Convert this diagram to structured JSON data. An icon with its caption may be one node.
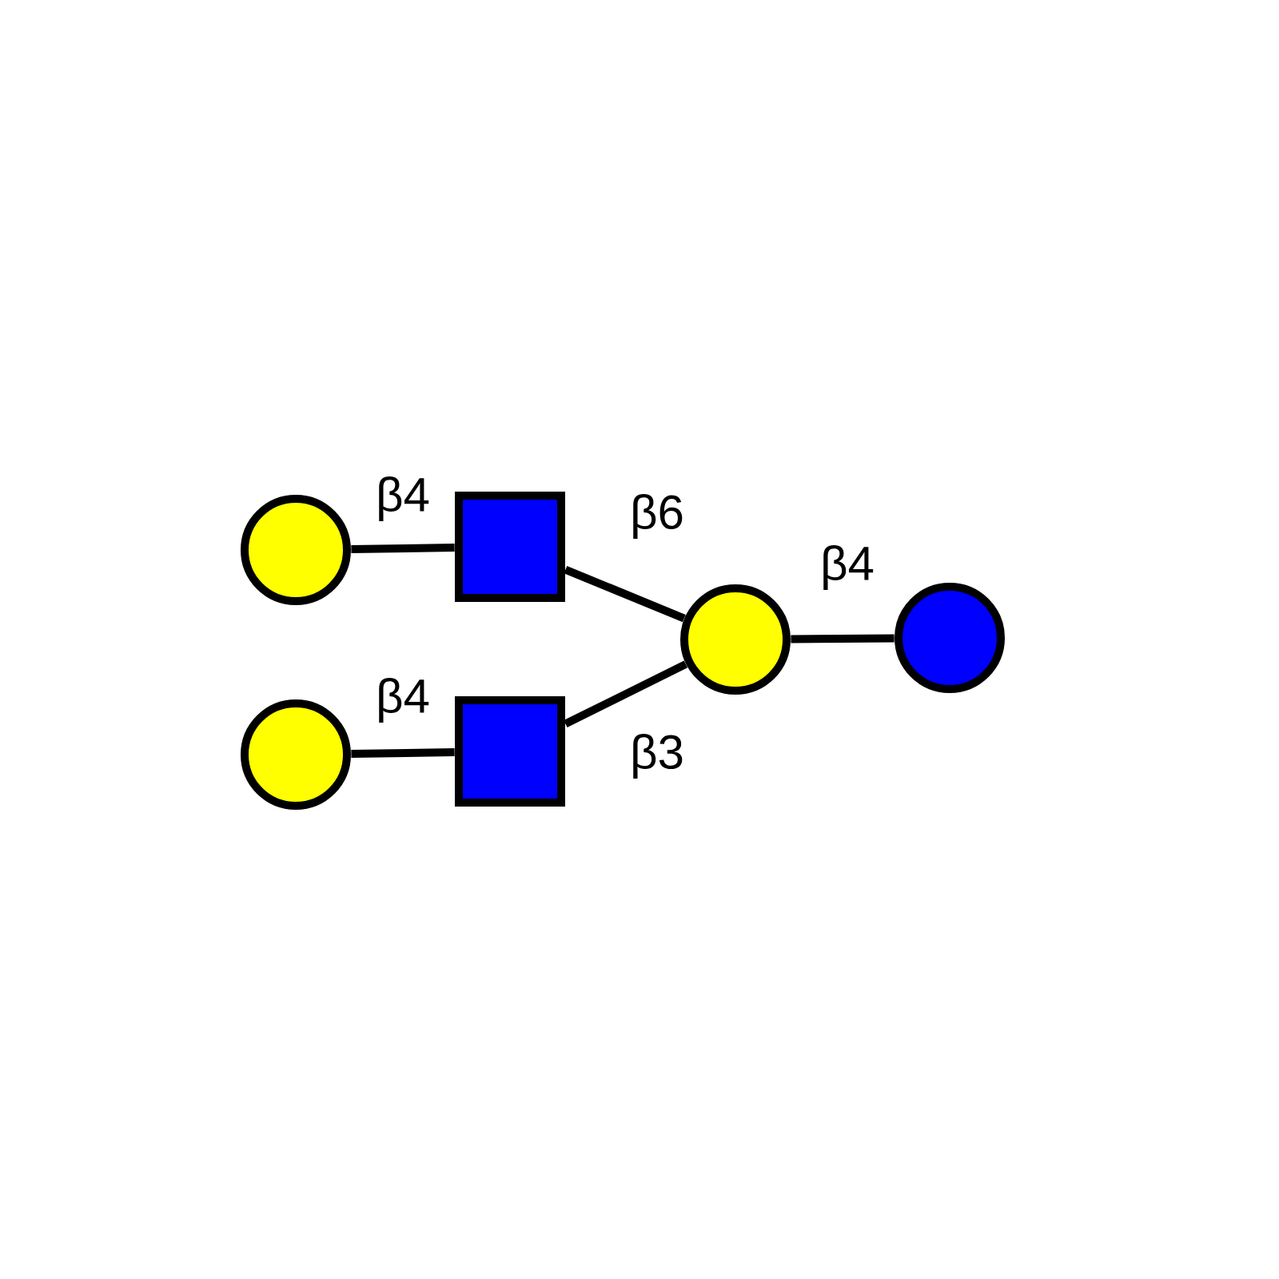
{
  "diagram": {
    "nodes": [
      {
        "text": [],
        "shape": "circle"
      },
      {
        "text": [],
        "shape": "box"
      },
      {
        "text": [],
        "shape": "circle"
      },
      {
        "text": [],
        "shape": "box"
      },
      {
        "text": [],
        "shape": "circle"
      },
      {
        "text": [],
        "shape": "circle"
      }
    ],
    "edges": [
      {
        "from": 0,
        "to": 1,
        "arrow": "none",
        "label": "β4"
      },
      {
        "from": 1,
        "to": 4,
        "arrow": "none",
        "label": "β6"
      },
      {
        "from": 2,
        "to": 3,
        "arrow": "none",
        "label": "β4"
      },
      {
        "from": 3,
        "to": 4,
        "arrow": "none",
        "label": "β3"
      },
      {
        "from": 4,
        "to": 5,
        "arrow": "none",
        "label": "β4"
      }
    ]
  }
}
